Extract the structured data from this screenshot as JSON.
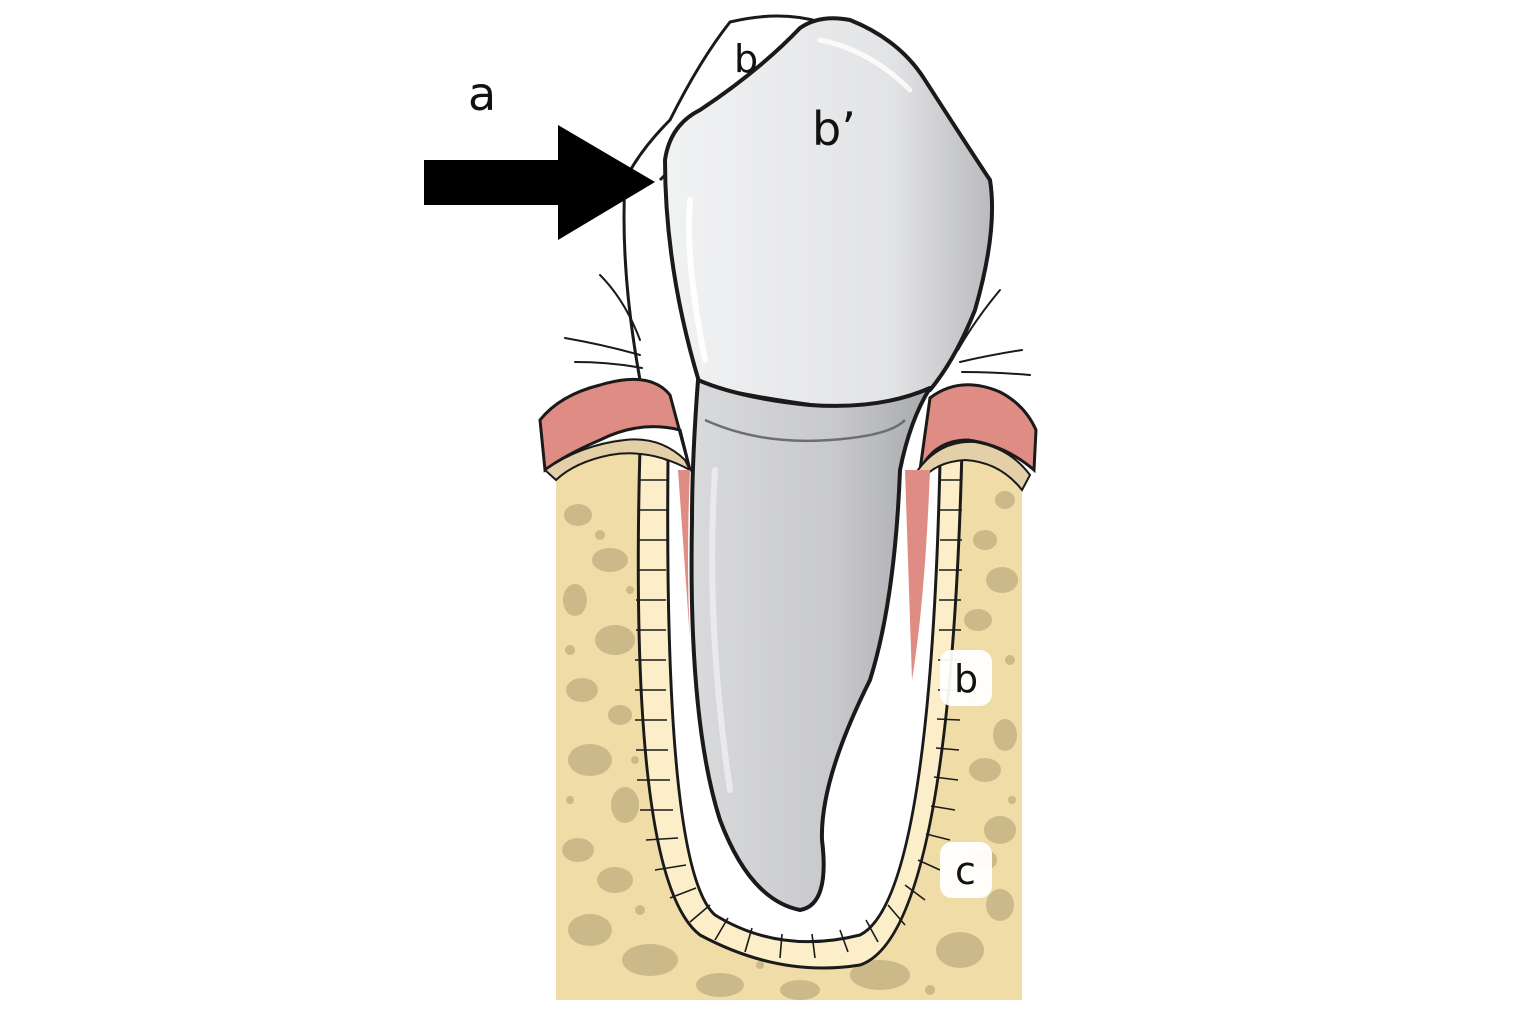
{
  "diagram": {
    "labels": {
      "force": "a",
      "tooth_outline_original": "b",
      "tooth_displaced": "b’",
      "ligament": "b",
      "bone": "c"
    },
    "colors": {
      "background": "#ffffff",
      "outline": "#1a1a1a",
      "tooth_crown": "#e6e7e9",
      "tooth_root": "#cfd0d3",
      "gum": "#de8c84",
      "gum_edge": "#c9786f",
      "bone": "#f0dca6",
      "bone_spot": "#c6b386",
      "ligament": "#fbeec8",
      "arrow": "#000000"
    }
  }
}
